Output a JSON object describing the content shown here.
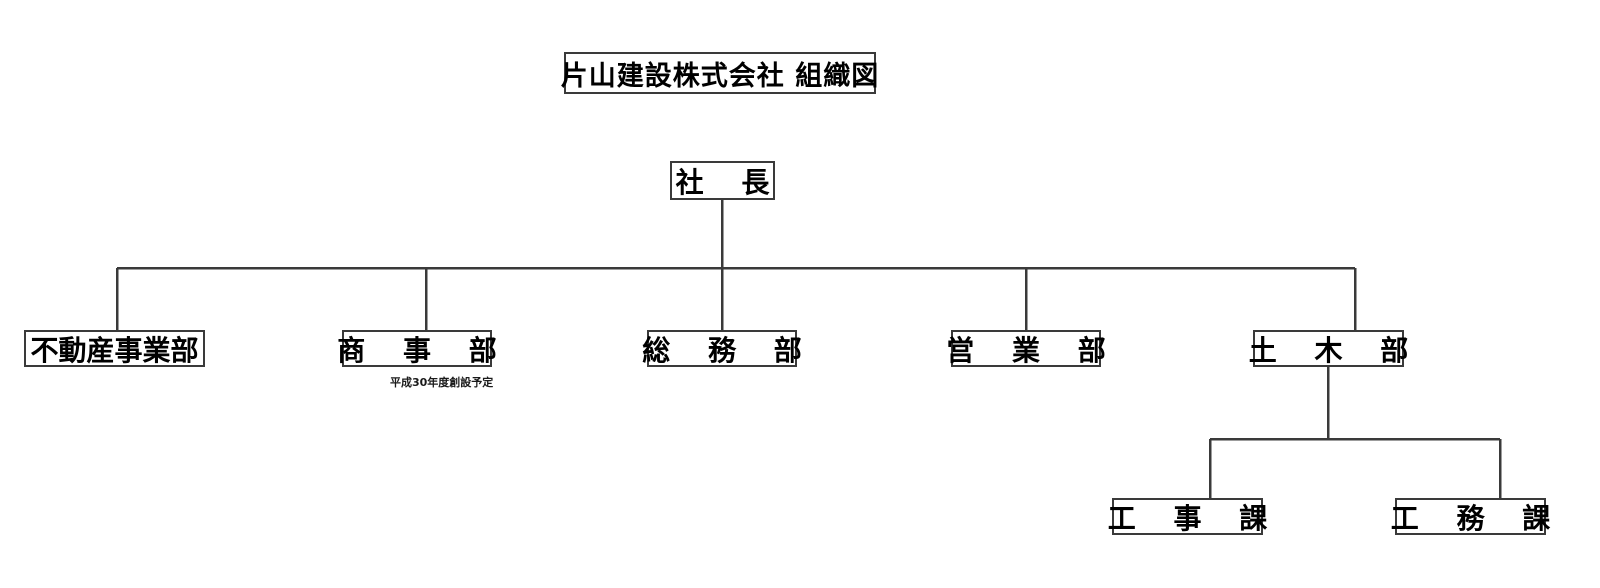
{
  "diagram": {
    "title": "片山建設株式会社 組織図",
    "background_color": "#ffffff",
    "line_color": "#3a3a3a",
    "text_color": "#000000"
  },
  "nodes": {
    "title_box": "片山建設株式会社 組織図",
    "president": "社 長",
    "departments": [
      {
        "label": "不動産事業部",
        "note": ""
      },
      {
        "label": "商 事 部",
        "note": "平成30年度創設予定"
      },
      {
        "label": "総 務 部",
        "note": ""
      },
      {
        "label": "営 業 部",
        "note": ""
      },
      {
        "label": "土 木 部",
        "note": ""
      }
    ],
    "sections": [
      {
        "label": "工 事 課"
      },
      {
        "label": "工 務 課"
      }
    ]
  }
}
